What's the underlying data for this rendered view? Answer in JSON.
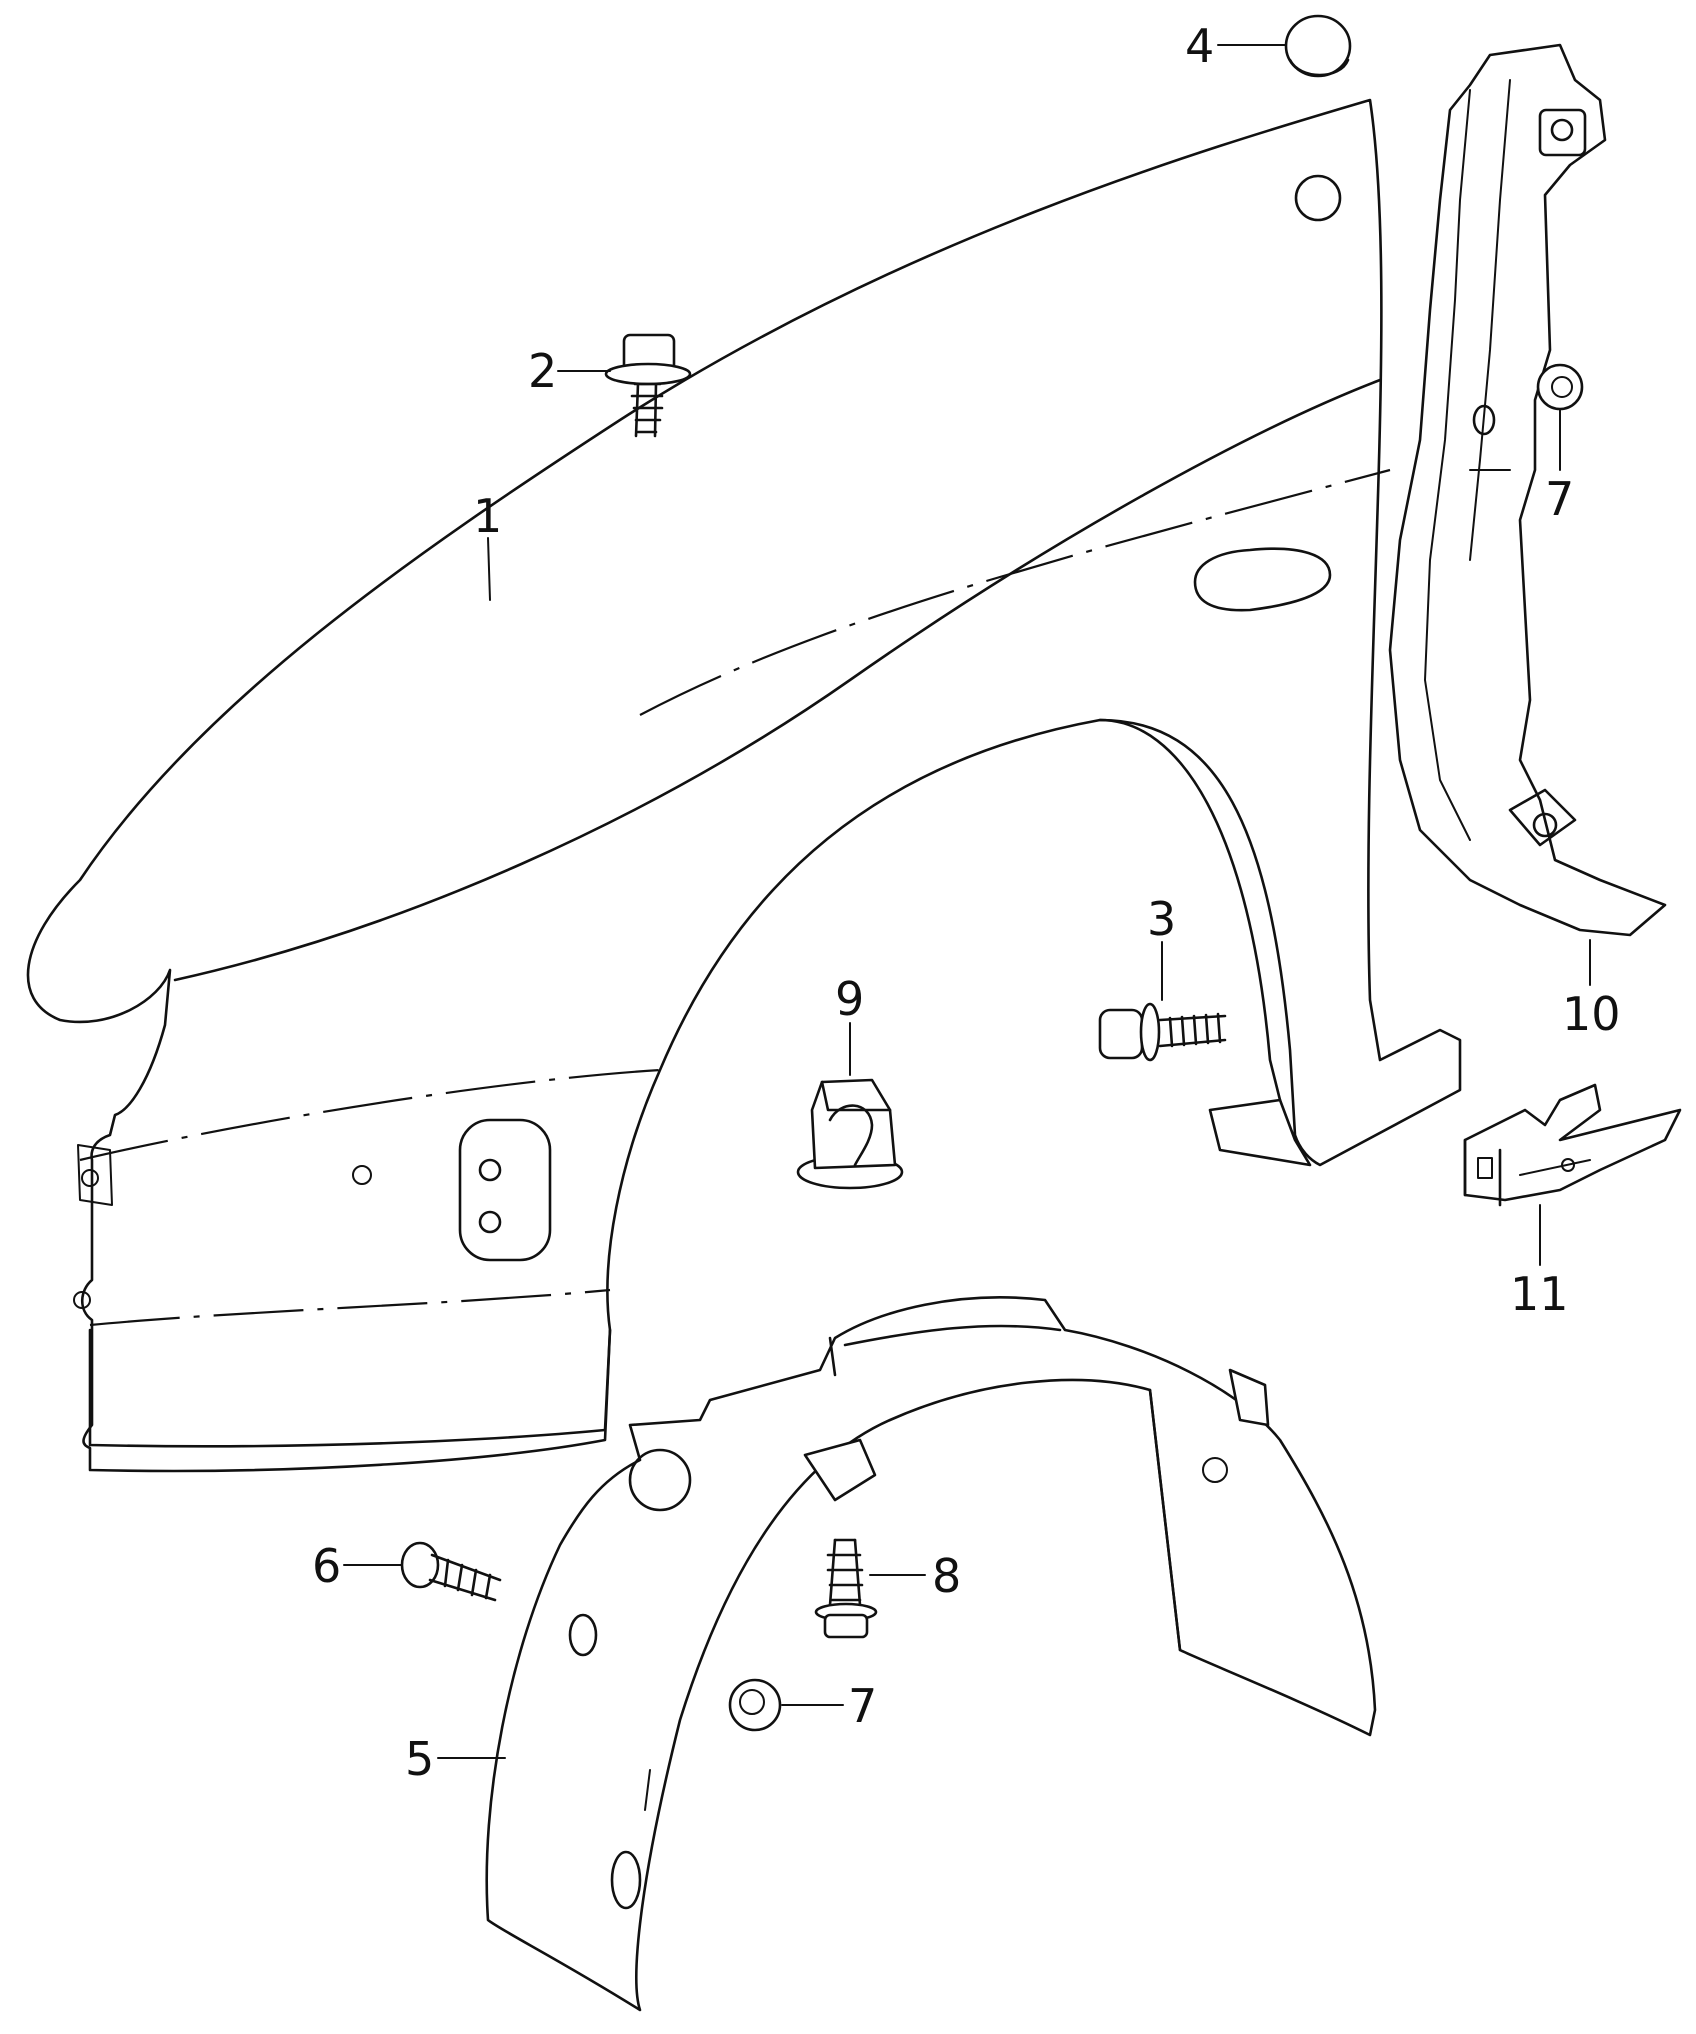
{
  "callouts": [
    {
      "id": "c1",
      "label": "1"
    },
    {
      "id": "c2",
      "label": "2"
    },
    {
      "id": "c3",
      "label": "3"
    },
    {
      "id": "c4",
      "label": "4"
    },
    {
      "id": "c5",
      "label": "5"
    },
    {
      "id": "c6",
      "label": "6"
    },
    {
      "id": "c7a",
      "label": "7"
    },
    {
      "id": "c7b",
      "label": "7"
    },
    {
      "id": "c8",
      "label": "8"
    },
    {
      "id": "c9",
      "label": "9"
    },
    {
      "id": "c10",
      "label": "10"
    },
    {
      "id": "c11",
      "label": "11"
    }
  ],
  "parts": [
    "fender",
    "bolt",
    "screw",
    "plug",
    "wheel-housing-liner",
    "expanding-rivet",
    "clip-nut",
    "tapping-screw",
    "speed-nut",
    "bracket",
    "mounting-plate"
  ],
  "colors": {
    "line": "#111111",
    "background": "#ffffff"
  }
}
